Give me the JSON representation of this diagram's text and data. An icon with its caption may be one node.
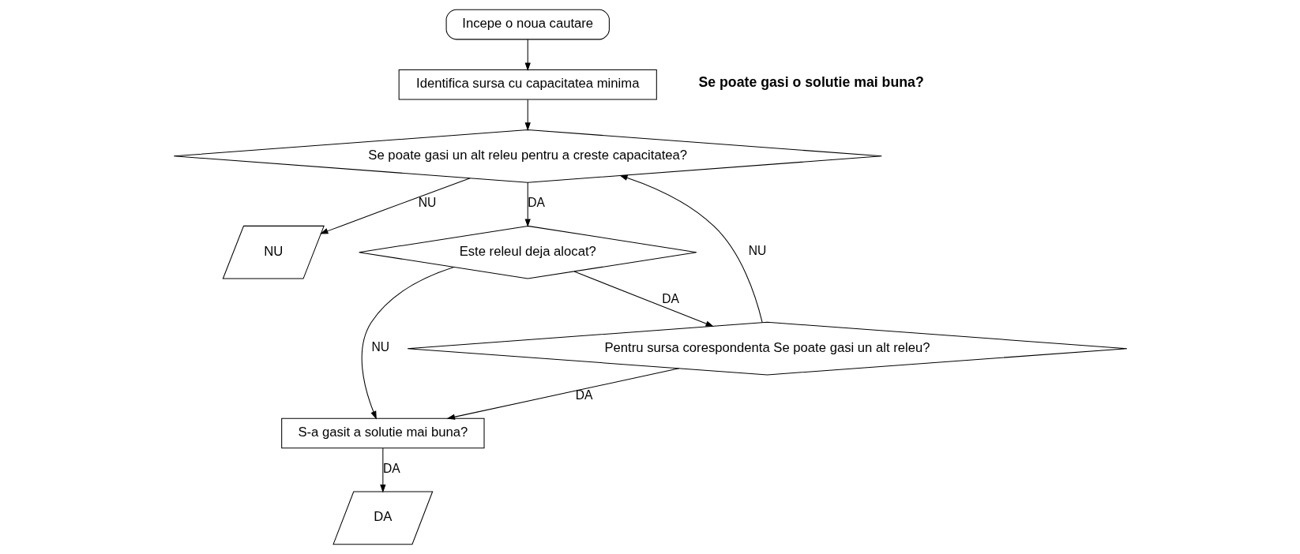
{
  "diagram": {
    "nodes": [
      {
        "text": [
          "Incepe o noua cautare"
        ]
      },
      {
        "text": [
          "Identifica sursa cu capacitatea minima"
        ]
      },
      {
        "text": [
          "Se poate gasi un alt releu pentru a creste capacitatea?"
        ]
      },
      {
        "text": [
          "NU"
        ]
      },
      {
        "text": [
          "Este releul deja alocat?"
        ]
      },
      {
        "text": [
          "Pentru sursa corespondenta Se poate gasi un alt releu?"
        ]
      },
      {
        "text": [
          "S-a gasit a solutie mai buna?"
        ]
      },
      {
        "text": [
          "DA"
        ]
      }
    ],
    "edges": [
      {
        "from": 0,
        "to": 1,
        "arrow": "to"
      },
      {
        "from": 1,
        "to": 2,
        "arrow": "to"
      },
      {
        "from": 2,
        "to": 3,
        "arrow": "to",
        "label": "NU"
      },
      {
        "from": 2,
        "to": 4,
        "arrow": "to",
        "label": "DA"
      },
      {
        "from": 4,
        "to": 5,
        "arrow": "to",
        "label": "DA"
      },
      {
        "from": 4,
        "to": 6,
        "arrow": "to",
        "label": "NU"
      },
      {
        "from": 5,
        "to": 6,
        "arrow": "to",
        "label": "DA"
      },
      {
        "from": 5,
        "to": 2,
        "arrow": "to",
        "label": "NU"
      },
      {
        "from": 6,
        "to": 7,
        "arrow": "to",
        "label": "DA"
      }
    ],
    "labels": [
      "Se poate gasi o solutie mai buna?"
    ]
  }
}
